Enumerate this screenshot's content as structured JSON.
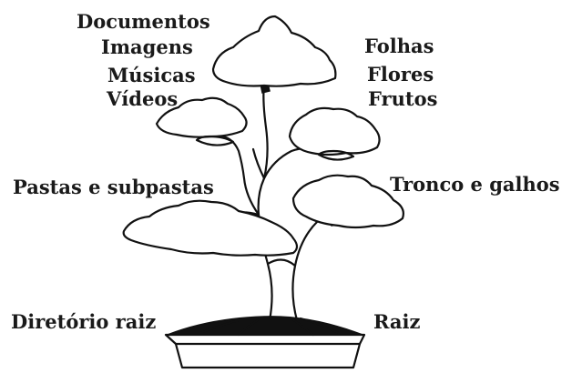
{
  "labels": {
    "documentos": "Documentos",
    "imagens": "Imagens",
    "musicas": "Músicas",
    "videos": "Vídeos",
    "pastas": "Pastas e subpastas",
    "diretorio": "Diretório raiz",
    "folhas": "Folhas",
    "flores": "Flores",
    "frutos": "Frutos",
    "tronco": "Tronco e galhos",
    "raiz": "Raiz"
  }
}
